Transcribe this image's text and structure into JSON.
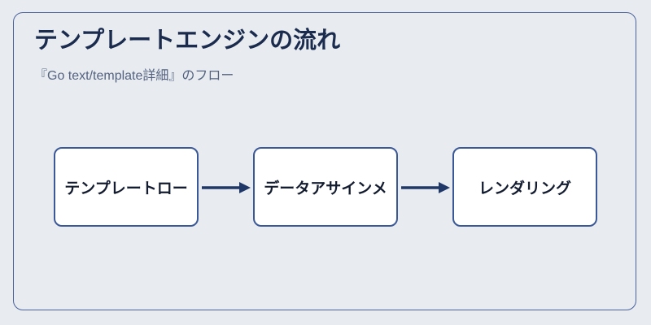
{
  "diagram": {
    "title": "テンプレートエンジンの流れ",
    "subtitle": "『Go text/template詳細』のフロー",
    "nodes": [
      {
        "label": "テンプレートロー"
      },
      {
        "label": "データアサインメ"
      },
      {
        "label": "レンダリング"
      }
    ],
    "colors": {
      "background": "#e8ecf1",
      "border": "#3b5896",
      "arrow": "#1f3868",
      "title": "#1b2b4d"
    }
  }
}
